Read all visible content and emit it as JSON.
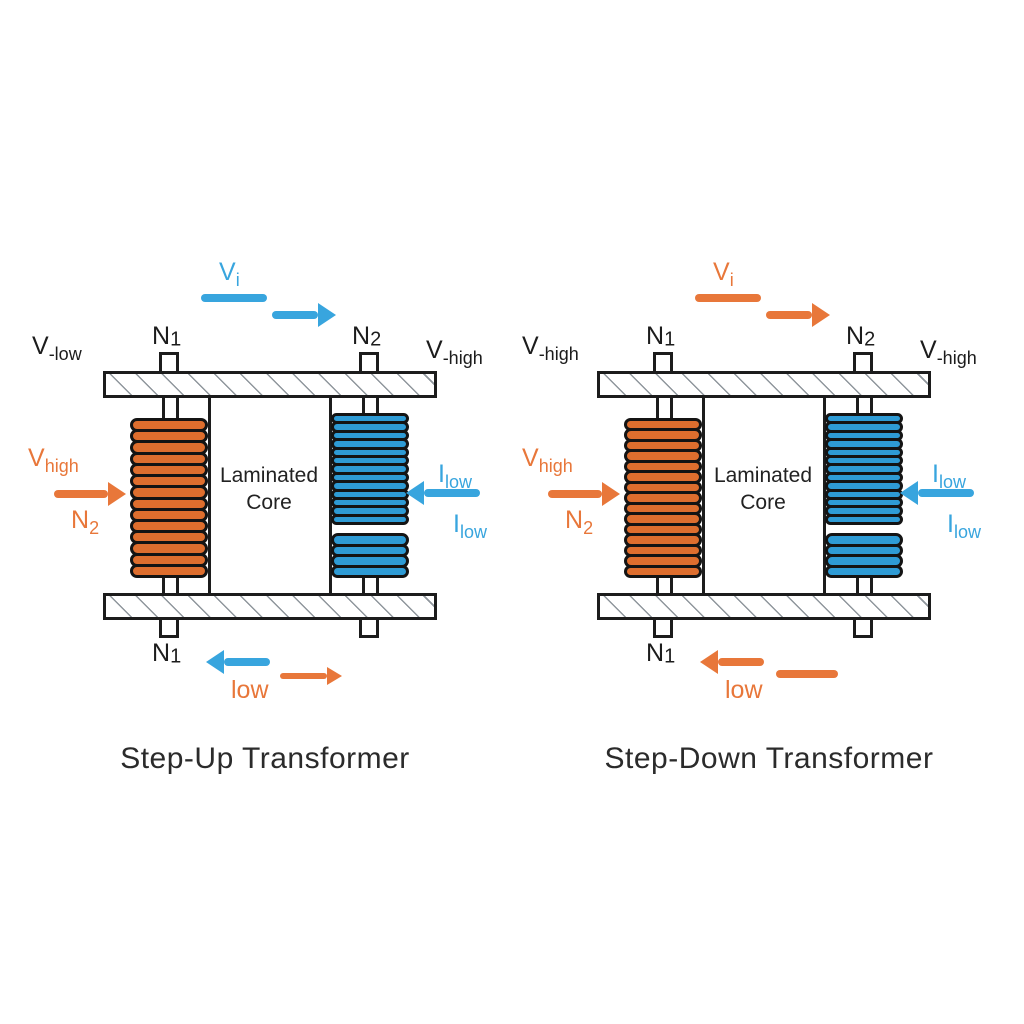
{
  "colors": {
    "orange": "#E8773A",
    "blue": "#38A5DE",
    "coil_orange": "#DE6E2E",
    "coil_blue": "#2E9BD5",
    "ink": "#1c1c1c"
  },
  "diagrams": [
    {
      "title": "Step-Up Transformer",
      "top_flow": {
        "base": "V",
        "sub": "i",
        "color": "#38A5DE"
      },
      "terminals": {
        "left": {
          "base": "V",
          "sub": "-low"
        },
        "right": {
          "base": "V",
          "sub": "-high"
        }
      },
      "windings": {
        "top_left": {
          "base": "N",
          "sub": "1"
        },
        "top_right": {
          "base": "N",
          "sub": "2"
        },
        "bottom_left": {
          "base": "N",
          "sub": "1"
        }
      },
      "core_label": {
        "line1": "Laminated",
        "line2": "Core"
      },
      "primary": {
        "v": {
          "base": "V",
          "sub": "high"
        },
        "n": {
          "base": "N",
          "sub": "2"
        },
        "color": "#E8773A"
      },
      "secondary": {
        "i1": {
          "base": "I",
          "sub": "low"
        },
        "i2": {
          "base": "I",
          "sub": "low"
        },
        "color": "#38A5DE"
      },
      "bottom": {
        "left_arrow_color": "#38A5DE",
        "right_color": "#E8773A",
        "low_label": "low",
        "low_color": "#E8773A"
      }
    },
    {
      "title": "Step-Down Transformer",
      "top_flow": {
        "base": "V",
        "sub": "i",
        "color": "#E8773A"
      },
      "terminals": {
        "left": {
          "base": "V",
          "sub": "-high"
        },
        "right": {
          "base": "V",
          "sub": "-high"
        }
      },
      "windings": {
        "top_left": {
          "base": "N",
          "sub": "1"
        },
        "top_right": {
          "base": "N",
          "sub": "2"
        },
        "bottom_left": {
          "base": "N",
          "sub": "1"
        }
      },
      "core_label": {
        "line1": "Laminated",
        "line2": "Core"
      },
      "primary": {
        "v": {
          "base": "V",
          "sub": "high"
        },
        "n": {
          "base": "N",
          "sub": "2"
        },
        "color": "#E8773A"
      },
      "secondary": {
        "i1": {
          "base": "I",
          "sub": "low"
        },
        "i2": {
          "base": "I",
          "sub": "low"
        },
        "color": "#38A5DE"
      },
      "bottom": {
        "left_arrow_color": "#E8773A",
        "right_color": "#E8773A",
        "low_label": "low",
        "low_color": "#E8773A"
      }
    }
  ]
}
